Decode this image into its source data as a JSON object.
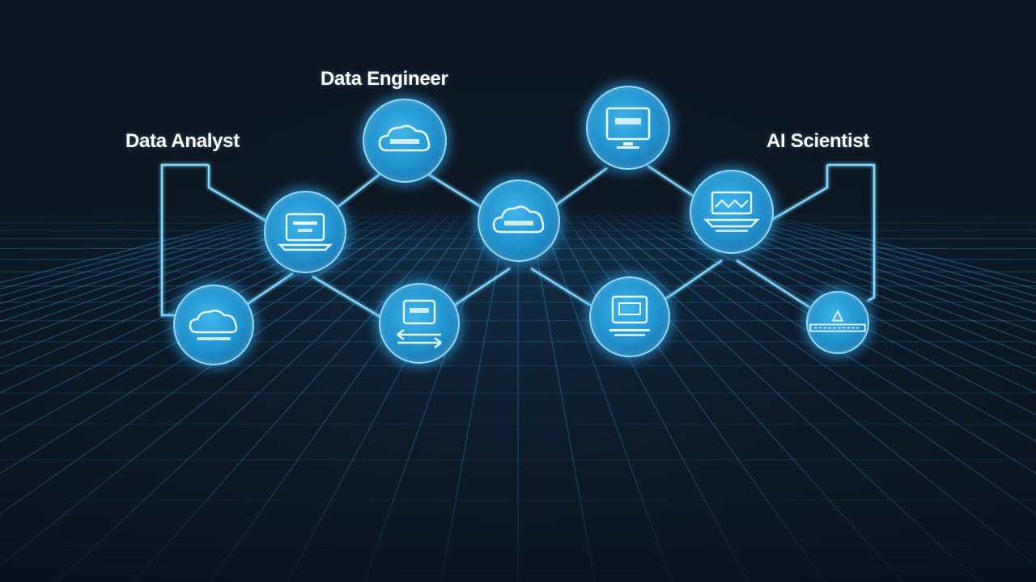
{
  "labels": {
    "data_analyst": "Data Analyst",
    "data_engineer": "Data Engineer",
    "ai_scientist": "AI Scientist"
  },
  "colors": {
    "background": "#0b1622",
    "node_fill": "#1e8fcb",
    "node_glow": "#3cb4ff",
    "connector": "#7fd6ff",
    "grid": "#2a8bc2"
  },
  "nodes": [
    {
      "id": "analyst-cloud",
      "icon": "cloud-icon"
    },
    {
      "id": "analyst-laptop",
      "icon": "laptop-icon"
    },
    {
      "id": "engineer-cloud",
      "icon": "cloud-icon"
    },
    {
      "id": "transfer-monitor",
      "icon": "monitor-transfer-icon"
    },
    {
      "id": "center-cloud",
      "icon": "cloud-icon"
    },
    {
      "id": "top-monitor",
      "icon": "monitor-icon"
    },
    {
      "id": "lower-monitor",
      "icon": "monitor-icon"
    },
    {
      "id": "scientist-stack",
      "icon": "server-stack-icon"
    },
    {
      "id": "scientist-platform",
      "icon": "platform-icon"
    }
  ]
}
